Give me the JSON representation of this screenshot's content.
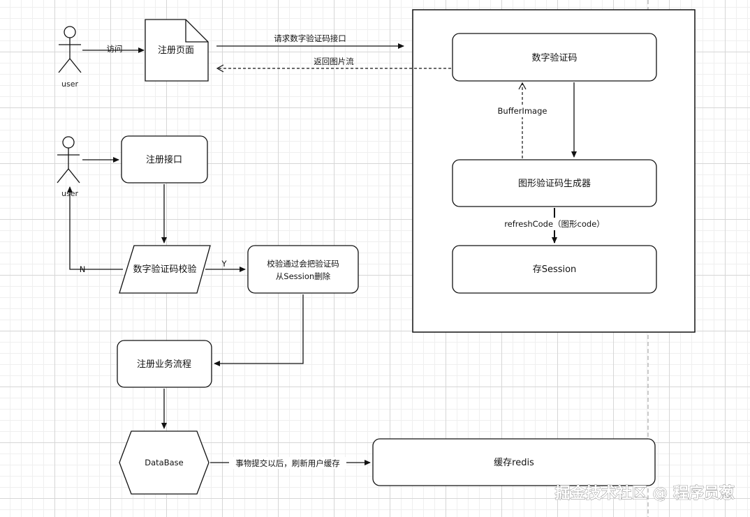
{
  "actors": {
    "user_top": "user",
    "user_mid": "user"
  },
  "nodes": {
    "register_page": "注册页面",
    "captcha": "数字验证码",
    "captcha_generator": "图形验证码生成器",
    "save_session": "存Session",
    "register_api": "注册接口",
    "captcha_check": "数字验证码校验",
    "remove_code_line1": "校验通过会把验证码",
    "remove_code_line2": "从Session删除",
    "register_flow": "注册业务流程",
    "database": "DataBase",
    "cache_redis": "缓存redis"
  },
  "edges": {
    "visit": "访问",
    "request_captcha": "请求数字验证码接口",
    "return_image": "返回图片流",
    "buffer_image": "BufferImage",
    "refresh_code": "refreshCode（图形code）",
    "yes": "Y",
    "no": "N",
    "commit_refresh": "事物提交以后，刷新用户缓存"
  },
  "watermark": "掘金技术社区 @ 程序员葱",
  "colors": {
    "stroke": "#111111",
    "fill": "#ffffff"
  }
}
